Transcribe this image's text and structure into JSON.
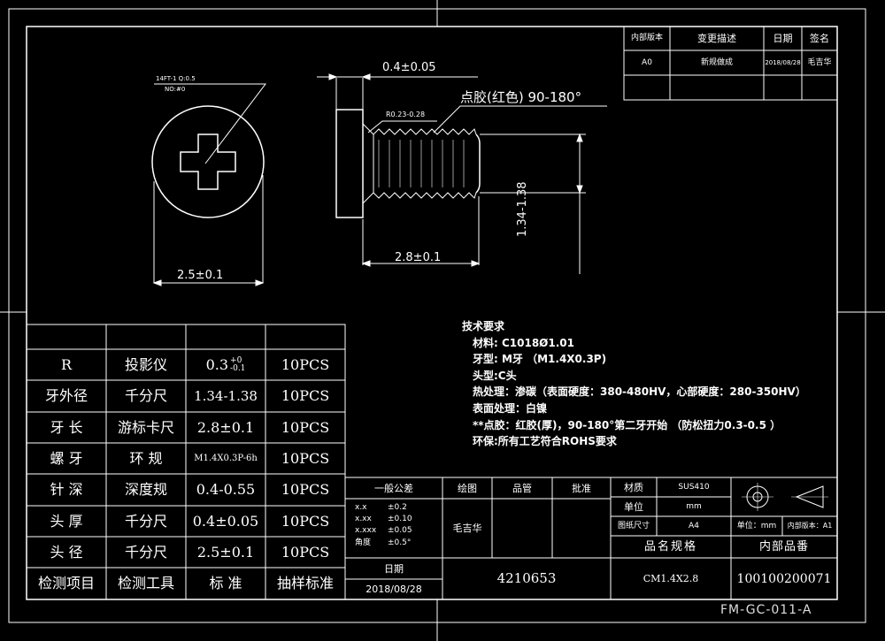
{
  "revision_table": {
    "headers": [
      "内部版本",
      "变更描述",
      "日期",
      "签名"
    ],
    "row": [
      "A0",
      "新规做成",
      "2018/08/28",
      "毛吉华"
    ]
  },
  "drawing": {
    "front_note_line1": "14FT-1 Q:0.5",
    "front_note_line2": "NO:#0",
    "dim_head_thickness": "0.4±0.05",
    "glue_note": "点胶(红色) 90-180°",
    "radius_note": "R0.23-0.28",
    "dim_thread_length": "2.8±0.1",
    "dim_thread_dia": "1.34-1.38",
    "dim_head_dia": "2.5±0.1"
  },
  "tech_requirements": {
    "title": "技术要求",
    "lines": [
      "材料: C1018Ø1.01",
      "牙型: M牙 （M1.4X0.3P)",
      "头型:C头",
      "热处理：渗碳（表面硬度：380-480HV，心部硬度：280-350HV）",
      "表面处理：白镍",
      "**点胶：红胶(厚)，90-180°第二牙开始  （防松扭力0.3-0.5 ）",
      "环保:所有工艺符合ROHS要求"
    ]
  },
  "inspection": {
    "rows": [
      [
        "R",
        "投影仪",
        "0.3",
        "10PCS"
      ],
      [
        "牙外径",
        "千分尺",
        "1.34-1.38",
        "10PCS"
      ],
      [
        "牙  长",
        "游标卡尺",
        "2.8±0.1",
        "10PCS"
      ],
      [
        "螺  牙",
        "环  规",
        "M1.4X0.3P-6h",
        "10PCS"
      ],
      [
        "针  深",
        "深度规",
        "0.4-0.55",
        "10PCS"
      ],
      [
        "头  厚",
        "千分尺",
        "0.4±0.05",
        "10PCS"
      ],
      [
        "头  径",
        "千分尺",
        "2.5±0.1",
        "10PCS"
      ]
    ],
    "tol_upper": "+0",
    "tol_lower": "-0.1",
    "headers": [
      "检测项目",
      "检测工具",
      "标  准",
      "抽样标准"
    ]
  },
  "title_block": {
    "general_tol": "一般公差",
    "tol_rows": [
      [
        "x.x",
        "±0.2"
      ],
      [
        "x.xx",
        "±0.10"
      ],
      [
        "x.xxx",
        "±0.05"
      ],
      [
        "角度",
        "±0.5°"
      ]
    ],
    "drawn_label": "绘图",
    "qc_label": "品管",
    "approve_label": "批准",
    "drawn_by": "毛吉华",
    "date_label": "日期",
    "date_value": "2018/08/28",
    "part_code": "4210653",
    "material_label": "材质",
    "material_value": "SUS410",
    "unit_label": "单位",
    "unit_value": "mm",
    "paper_label": "图纸尺寸",
    "paper_value": "A4",
    "unit2": "单位：mm",
    "rev2": "内部版本：A1",
    "spec_label": "品名规格",
    "spec_value": "CM1.4X2.8",
    "partno_label": "内部品番",
    "partno_value": "100100200071"
  },
  "form_code": "FM-GC-011-A"
}
